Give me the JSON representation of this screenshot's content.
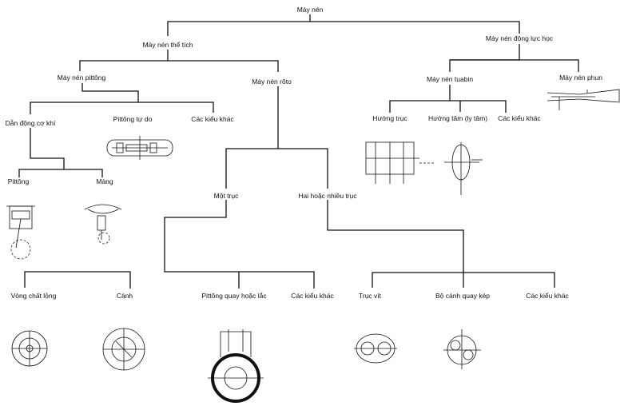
{
  "root": "Máy nén",
  "level1": {
    "positive": "Máy nén thể tích",
    "dynamic": "Máy nén động lực học"
  },
  "positive": {
    "reciprocating": "Máy nén pittông",
    "rotary": "Máy nén rôto"
  },
  "reciprocating": {
    "mechanical": "Dẫn động cơ khí",
    "free_piston": "Pittông tự do",
    "other": "Các kiểu khác"
  },
  "mechanical": {
    "piston": "Pittông",
    "diaphragm": "Màng"
  },
  "rotary": {
    "single": "Một trục",
    "multi": "Hai hoặc nhiều trục"
  },
  "single": {
    "liquid_ring": "Vòng chất lỏng",
    "vane": "Cánh",
    "rolling_piston": "Pittông quay hoặc lắc",
    "other": "Các kiểu khác"
  },
  "multi": {
    "screw": "Trục vít",
    "lobe": "Bộ cánh quay kép",
    "other": "Các kiểu khác"
  },
  "dynamic": {
    "turbine": "Máy nén tuabin",
    "ejector": "Máy nén phun"
  },
  "turbine": {
    "axial": "Hướng trục",
    "radial": "Hướng tâm (ly tâm)",
    "other": "Các kiểu khác"
  }
}
